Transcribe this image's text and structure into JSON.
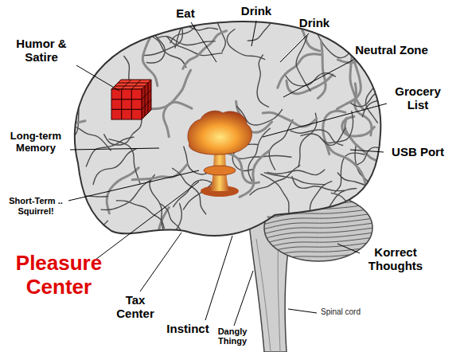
{
  "diagram": {
    "labels": [
      "Eat",
      "Drink",
      "Drink",
      "Humor & Satire",
      "Neutral Zone",
      "Grocery List",
      "Long-term Memory",
      "USB Port",
      "Short-Term .. Squirrel!",
      "Pleasure Center",
      "Korrect Thoughts",
      "Tax Center",
      "Instinct",
      "Dangly Thingy",
      "Spinal cord"
    ]
  }
}
